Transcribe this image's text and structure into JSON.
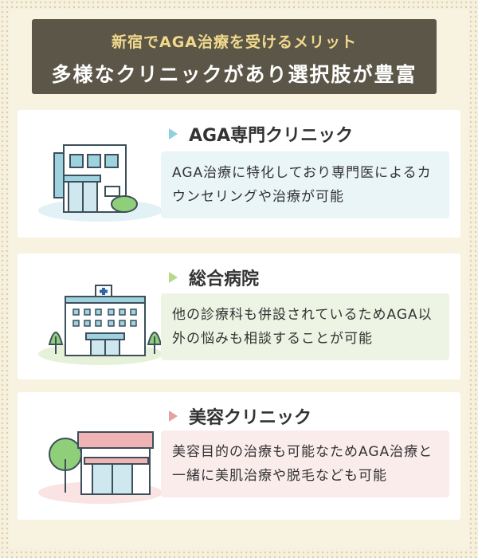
{
  "title": {
    "subtitle": "新宿でAGA治療を受けるメリット",
    "main": "多様なクリニックがあり選択肢が豊富"
  },
  "cards": [
    {
      "heading": "AGA専門クリニック",
      "description": "AGA治療に特化しており専門医によるカウンセリングや治療が可能",
      "accent": "#8fd0dd",
      "box_color": "#eaf5f8",
      "icon": "clinic-building-icon"
    },
    {
      "heading": "総合病院",
      "description": "他の診療科も併設されているためAGA以外の悩みも相談することが可能",
      "accent": "#b7d98a",
      "box_color": "#eef4e4",
      "icon": "hospital-building-icon"
    },
    {
      "heading": "美容クリニック",
      "description": "美容目的の治療も可能なためAGA治療と一緒に美肌治療や脱毛なども可能",
      "accent": "#e3a1a1",
      "box_color": "#fbecec",
      "icon": "beauty-clinic-building-icon"
    }
  ]
}
